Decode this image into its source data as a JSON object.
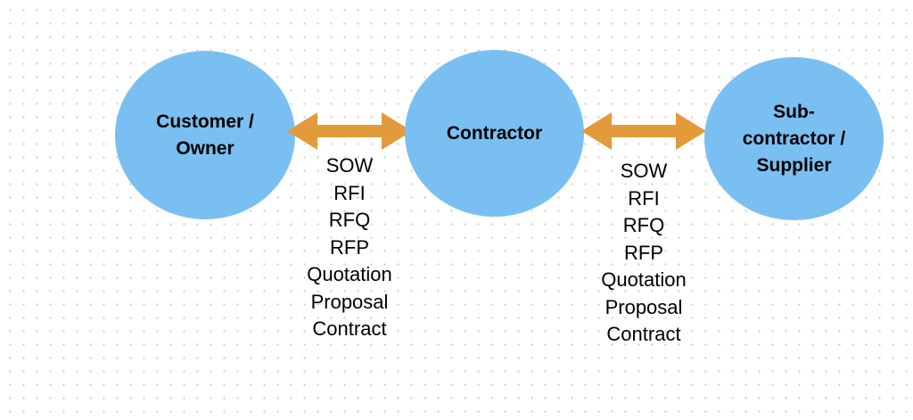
{
  "colors": {
    "node_fill": "#7abff1",
    "arrow_fill": "#e39a3a",
    "text": "#000000"
  },
  "nodes": {
    "customer": {
      "label": "Customer /\nOwner"
    },
    "contractor": {
      "label": "Contractor"
    },
    "supplier": {
      "label": "Sub-\ncontractor /\nSupplier"
    }
  },
  "links": {
    "left": {
      "docs": [
        "SOW",
        "RFI",
        "RFQ",
        "RFP",
        "Quotation",
        "Proposal",
        "Contract"
      ]
    },
    "right": {
      "docs": [
        "SOW",
        "RFI",
        "RFQ",
        "RFP",
        "Quotation",
        "Proposal",
        "Contract"
      ]
    }
  }
}
